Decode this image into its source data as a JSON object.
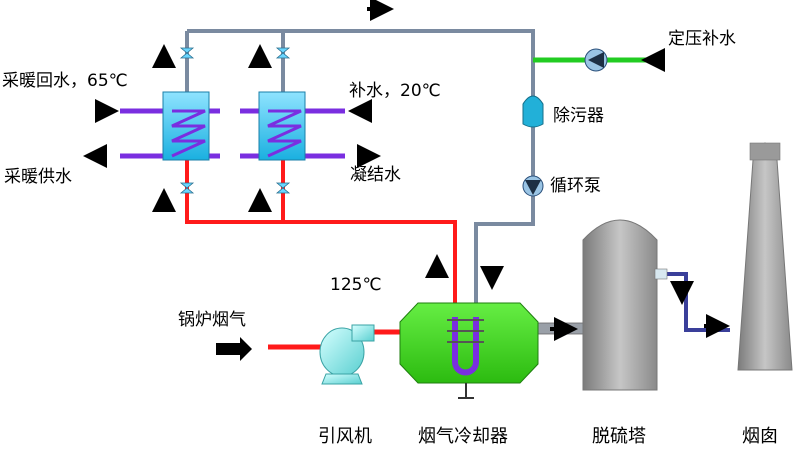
{
  "labels": {
    "heating_return": "采暖回水，65℃",
    "heating_supply": "采暖供水",
    "makeup_water": "补水，20℃",
    "condensate": "凝结水",
    "constant_pressure_makeup": "定压补水",
    "decontaminator": "除污器",
    "circulation_pump": "循环泵",
    "flue_temp": "125℃",
    "boiler_flue_gas": "锅炉烟气",
    "induced_draft_fan": "引风机",
    "flue_gas_cooler": "烟气冷却器",
    "desulfurization_tower": "脱硫塔",
    "chimney": "烟囱"
  },
  "colors": {
    "return_pipe": "#7a8aa0",
    "hot_pipe": "#ff1a1a",
    "makeup_pipe": "#22cc22",
    "heat_exchanger_pipe": "#7a2ee0",
    "heat_exchanger": "#33c3f0",
    "cooler": "#44dd22",
    "tower": "#a0a0a0",
    "fan": "#7fe3e3"
  }
}
